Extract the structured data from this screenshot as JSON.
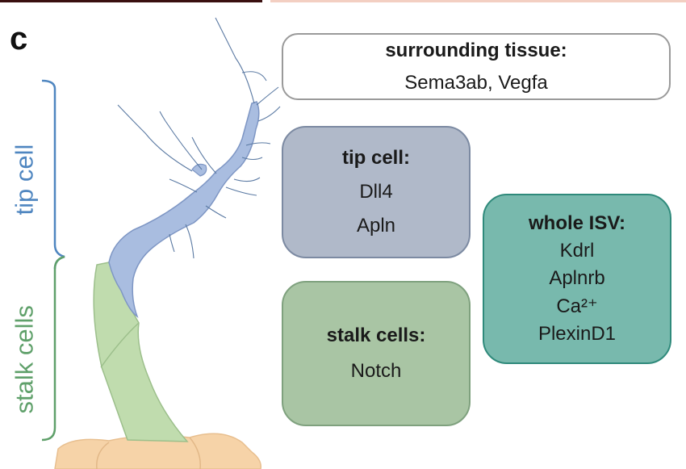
{
  "panel_letter": "c",
  "brace_labels": {
    "tip": "tip cell",
    "stalk": "stalk cells"
  },
  "boxes": {
    "surrounding": {
      "title": "surrounding tissue:",
      "lines": [
        "Sema3ab, Vegfa"
      ]
    },
    "tip": {
      "title": "tip cell:",
      "lines": [
        "Dll4",
        "Apln"
      ]
    },
    "stalk": {
      "title": "stalk cells:",
      "lines": [
        "Notch"
      ]
    },
    "isv": {
      "title": "whole ISV:",
      "lines": [
        "Kdrl",
        "Aplnrb",
        "Ca²⁺",
        "PlexinD1"
      ]
    }
  },
  "colors": {
    "tip_cell": "#a9bde0",
    "stalk_cell": "#c0dcae",
    "aorta": "#f6d3a8",
    "filopodia": "#5b7aa3",
    "tip_brace": "#4f86c0",
    "stalk_brace": "#5fa06a"
  }
}
